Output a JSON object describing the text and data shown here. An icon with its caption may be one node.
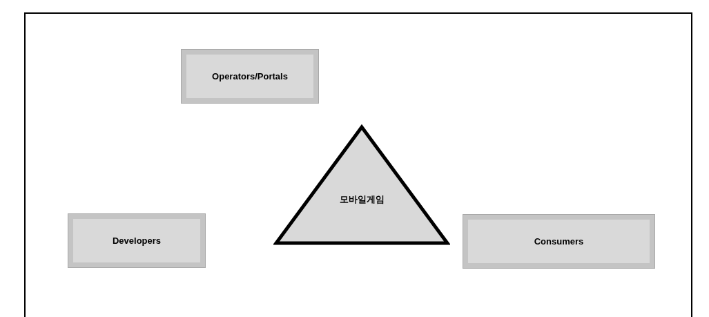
{
  "diagram": {
    "nodes": [
      {
        "text": [
          "Operators/Portals"
        ]
      },
      {
        "text": [
          "모바일게임"
        ]
      },
      {
        "text": [
          "Developers"
        ]
      },
      {
        "text": [
          "Consumers"
        ]
      }
    ]
  }
}
